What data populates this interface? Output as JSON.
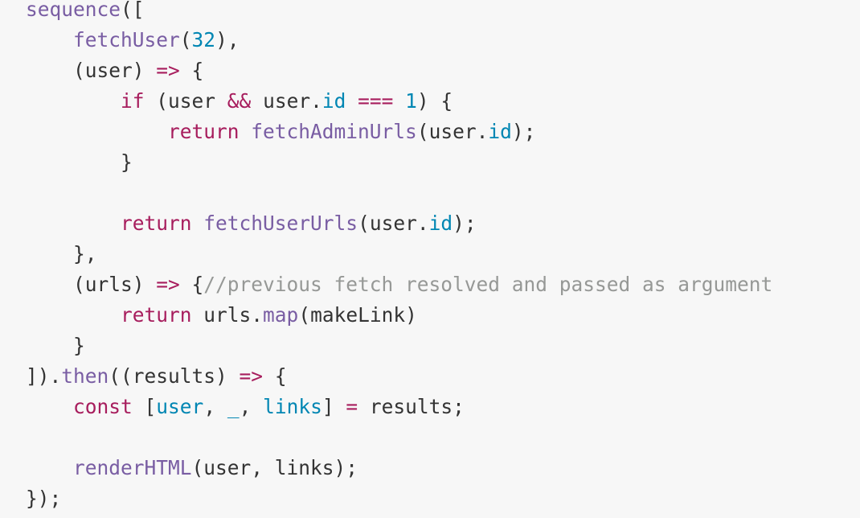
{
  "colors": {
    "background": "#f7f7f7",
    "text": "#333333",
    "function": "#795da3",
    "keyword": "#a71d5d",
    "number": "#0086b3",
    "comment": "#969896"
  },
  "code_lines": [
    [
      [
        "fn",
        "sequence"
      ],
      [
        "txt",
        "(["
      ]
    ],
    [
      [
        "txt",
        "    "
      ],
      [
        "fn",
        "fetchUser"
      ],
      [
        "txt",
        "("
      ],
      [
        "num",
        "32"
      ],
      [
        "txt",
        "),"
      ]
    ],
    [
      [
        "txt",
        "    (user) "
      ],
      [
        "kw",
        "=>"
      ],
      [
        "txt",
        " {"
      ]
    ],
    [
      [
        "txt",
        "        "
      ],
      [
        "kw",
        "if"
      ],
      [
        "txt",
        " (user "
      ],
      [
        "kw",
        "&&"
      ],
      [
        "txt",
        " user."
      ],
      [
        "prop",
        "id"
      ],
      [
        "txt",
        " "
      ],
      [
        "kw",
        "==="
      ],
      [
        "txt",
        " "
      ],
      [
        "num",
        "1"
      ],
      [
        "txt",
        ") {"
      ]
    ],
    [
      [
        "txt",
        "            "
      ],
      [
        "kw",
        "return"
      ],
      [
        "txt",
        " "
      ],
      [
        "fn",
        "fetchAdminUrls"
      ],
      [
        "txt",
        "(user."
      ],
      [
        "prop",
        "id"
      ],
      [
        "txt",
        ");"
      ]
    ],
    [
      [
        "txt",
        "        }"
      ]
    ],
    [],
    [
      [
        "txt",
        "        "
      ],
      [
        "kw",
        "return"
      ],
      [
        "txt",
        " "
      ],
      [
        "fn",
        "fetchUserUrls"
      ],
      [
        "txt",
        "(user."
      ],
      [
        "prop",
        "id"
      ],
      [
        "txt",
        ");"
      ]
    ],
    [
      [
        "txt",
        "    },"
      ]
    ],
    [
      [
        "txt",
        "    (urls) "
      ],
      [
        "kw",
        "=>"
      ],
      [
        "txt",
        " {"
      ],
      [
        "com",
        "//previous fetch resolved and passed as argument"
      ]
    ],
    [
      [
        "txt",
        "        "
      ],
      [
        "kw",
        "return"
      ],
      [
        "txt",
        " urls."
      ],
      [
        "fn",
        "map"
      ],
      [
        "txt",
        "(makeLink)"
      ]
    ],
    [
      [
        "txt",
        "    }"
      ]
    ],
    [
      [
        "txt",
        "])."
      ],
      [
        "fn",
        "then"
      ],
      [
        "txt",
        "((results) "
      ],
      [
        "kw",
        "=>"
      ],
      [
        "txt",
        " {"
      ]
    ],
    [
      [
        "txt",
        "    "
      ],
      [
        "kw",
        "const"
      ],
      [
        "txt",
        " ["
      ],
      [
        "prop",
        "user"
      ],
      [
        "txt",
        ", "
      ],
      [
        "prop",
        "_"
      ],
      [
        "txt",
        ", "
      ],
      [
        "prop",
        "links"
      ],
      [
        "txt",
        "] "
      ],
      [
        "kw",
        "="
      ],
      [
        "txt",
        " results;"
      ]
    ],
    [],
    [
      [
        "txt",
        "    "
      ],
      [
        "fn",
        "renderHTML"
      ],
      [
        "txt",
        "(user, links);"
      ]
    ],
    [
      [
        "txt",
        "});"
      ]
    ]
  ]
}
